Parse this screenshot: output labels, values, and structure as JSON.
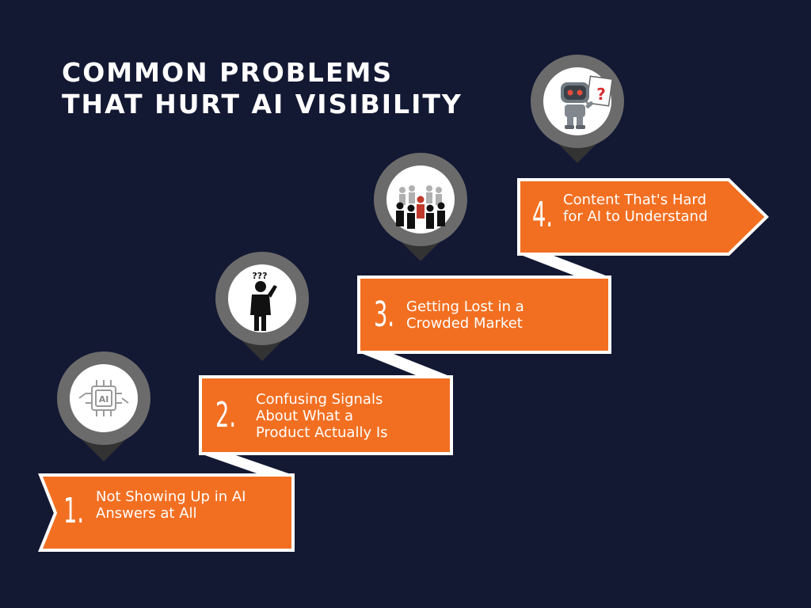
{
  "title": {
    "line1": "COMMON PROBLEMS",
    "line2": "THAT HURT AI VISIBILITY"
  },
  "colors": {
    "background": "#131833",
    "accent_orange": "#f26f21",
    "pin_ring": "#6b6b6b",
    "pin_fill": "#ffffff",
    "connector": "#ffffff"
  },
  "steps": [
    {
      "number": "1.",
      "line1": "Not Showing Up in AI",
      "line2": "Answers at All",
      "line3": "",
      "icon": "ai-chip-icon"
    },
    {
      "number": "2.",
      "line1": "Confusing Signals",
      "line2": "About What a",
      "line3": "Product Actually Is",
      "icon": "confused-person-icon"
    },
    {
      "number": "3.",
      "line1": "Getting Lost in a",
      "line2": "Crowded Market",
      "line3": "",
      "icon": "crowd-icon"
    },
    {
      "number": "4.",
      "line1": "Content That's Hard",
      "line2": "for AI to Understand",
      "line3": "",
      "icon": "confused-robot-icon"
    }
  ],
  "icon_labels": {
    "chip": "AI",
    "question_marks": "???",
    "robot_question": "?"
  }
}
